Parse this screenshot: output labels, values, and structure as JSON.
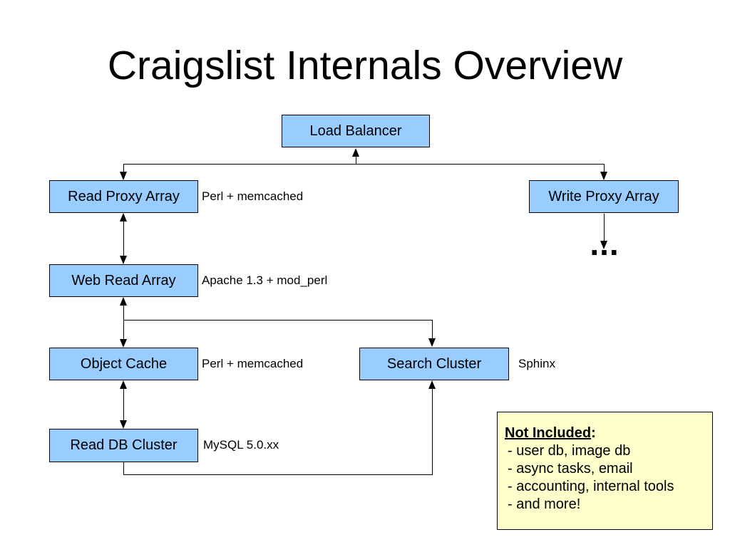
{
  "slide": {
    "title": "Craigslist Internals Overview"
  },
  "nodes": {
    "load_balancer": "Load Balancer",
    "read_proxy_array": "Read Proxy Array",
    "write_proxy_array": "Write Proxy Array",
    "web_read_array": "Web Read Array",
    "object_cache": "Object Cache",
    "search_cluster": "Search Cluster",
    "read_db_cluster": "Read DB Cluster"
  },
  "annotations": {
    "read_proxy_array": "Perl + memcached",
    "web_read_array": "Apache 1.3 + mod_perl",
    "object_cache": "Perl + memcached",
    "search_cluster": "Sphinx",
    "read_db_cluster": "MySQL 5.0.xx"
  },
  "ellipsis": "...",
  "note": {
    "heading": "Not Included",
    "heading_suffix": ":",
    "items": [
      "- user db, image db",
      "- async tasks, email",
      "- accounting, internal tools",
      "- and more!"
    ]
  },
  "colors": {
    "node_fill": "#99CCFF",
    "node_border": "#000000",
    "note_fill": "#FFFFCC",
    "note_border": "#000000",
    "connector": "#000000",
    "background": "#FFFFFF",
    "text": "#000000"
  }
}
